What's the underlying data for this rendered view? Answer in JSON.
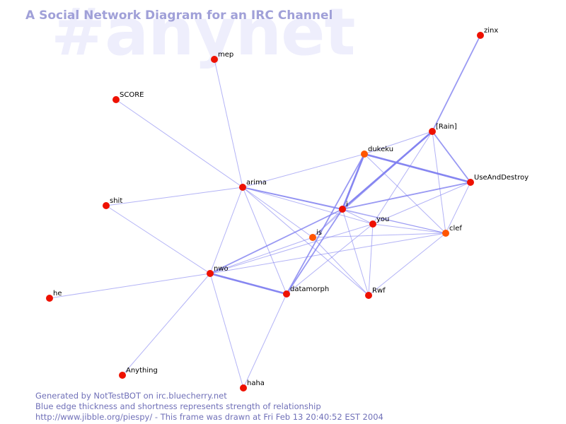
{
  "watermark": "#anynet",
  "title": "A Social Network Diagram for an IRC Channel",
  "footer": {
    "line1": "Generated by NotTestBOT on irc.bluecherry.net",
    "line2": "Blue edge thickness and shortness represents strength of relationship",
    "line3": "http://www.jibble.org/piespy/ - This frame was drawn at Fri Feb 13 20:40:52 EST 2004"
  },
  "colors": {
    "edge": "#8080f0",
    "node_red": "#ee1100",
    "node_orange": "#ff5500",
    "title": "#a0a0d8",
    "watermark": "#eeeefc",
    "footer": "#7070b8"
  },
  "nodes": [
    {
      "id": "zinx",
      "label": "zinx",
      "color": "red"
    },
    {
      "id": "mep",
      "label": "mep",
      "color": "red"
    },
    {
      "id": "SCORE",
      "label": "SCORE",
      "color": "red"
    },
    {
      "id": "[Rain]",
      "label": "[Rain]",
      "color": "red"
    },
    {
      "id": "dukeku",
      "label": "dukeku",
      "color": "orange"
    },
    {
      "id": "UseAndDestroy",
      "label": "UseAndDestroy",
      "color": "red"
    },
    {
      "id": "arima",
      "label": "arima",
      "color": "red"
    },
    {
      "id": "shit",
      "label": "shit",
      "color": "red"
    },
    {
      "id": "i",
      "label": "i",
      "color": "red"
    },
    {
      "id": "you",
      "label": "you",
      "color": "red"
    },
    {
      "id": "clef",
      "label": "clef",
      "color": "orange"
    },
    {
      "id": "is",
      "label": "is",
      "color": "orange"
    },
    {
      "id": "nwo",
      "label": "nwo",
      "color": "red"
    },
    {
      "id": "datamorph",
      "label": "datamorph",
      "color": "red"
    },
    {
      "id": "Rwf",
      "label": "Rwf",
      "color": "red"
    },
    {
      "id": "he",
      "label": "he",
      "color": "red"
    },
    {
      "id": "Anything",
      "label": "Anything",
      "color": "red"
    },
    {
      "id": "haha",
      "label": "haha",
      "color": "red"
    }
  ],
  "edges": [
    {
      "source": "zinx",
      "target": "[Rain]",
      "weight": 2
    },
    {
      "source": "mep",
      "target": "arima",
      "weight": 1
    },
    {
      "source": "SCORE",
      "target": "arima",
      "weight": 1
    },
    {
      "source": "shit",
      "target": "arima",
      "weight": 1
    },
    {
      "source": "shit",
      "target": "nwo",
      "weight": 1
    },
    {
      "source": "he",
      "target": "nwo",
      "weight": 1
    },
    {
      "source": "Anything",
      "target": "nwo",
      "weight": 1
    },
    {
      "source": "haha",
      "target": "nwo",
      "weight": 1
    },
    {
      "source": "haha",
      "target": "datamorph",
      "weight": 1
    },
    {
      "source": "arima",
      "target": "dukeku",
      "weight": 1
    },
    {
      "source": "arima",
      "target": "i",
      "weight": 2
    },
    {
      "source": "arima",
      "target": "is",
      "weight": 1
    },
    {
      "source": "arima",
      "target": "you",
      "weight": 1
    },
    {
      "source": "arima",
      "target": "clef",
      "weight": 1
    },
    {
      "source": "arima",
      "target": "nwo",
      "weight": 1
    },
    {
      "source": "arima",
      "target": "datamorph",
      "weight": 1
    },
    {
      "source": "arima",
      "target": "Rwf",
      "weight": 1
    },
    {
      "source": "[Rain]",
      "target": "dukeku",
      "weight": 1
    },
    {
      "source": "[Rain]",
      "target": "i",
      "weight": 3
    },
    {
      "source": "[Rain]",
      "target": "UseAndDestroy",
      "weight": 2
    },
    {
      "source": "[Rain]",
      "target": "clef",
      "weight": 1
    },
    {
      "source": "[Rain]",
      "target": "you",
      "weight": 1
    },
    {
      "source": "[Rain]",
      "target": "is",
      "weight": 1
    },
    {
      "source": "dukeku",
      "target": "i",
      "weight": 3
    },
    {
      "source": "dukeku",
      "target": "UseAndDestroy",
      "weight": 3
    },
    {
      "source": "dukeku",
      "target": "datamorph",
      "weight": 2
    },
    {
      "source": "dukeku",
      "target": "clef",
      "weight": 1
    },
    {
      "source": "UseAndDestroy",
      "target": "i",
      "weight": 2
    },
    {
      "source": "UseAndDestroy",
      "target": "you",
      "weight": 1
    },
    {
      "source": "UseAndDestroy",
      "target": "clef",
      "weight": 1
    },
    {
      "source": "i",
      "target": "you",
      "weight": 1
    },
    {
      "source": "i",
      "target": "is",
      "weight": 1
    },
    {
      "source": "i",
      "target": "clef",
      "weight": 1
    },
    {
      "source": "i",
      "target": "nwo",
      "weight": 2
    },
    {
      "source": "i",
      "target": "datamorph",
      "weight": 2
    },
    {
      "source": "i",
      "target": "Rwf",
      "weight": 1
    },
    {
      "source": "you",
      "target": "clef",
      "weight": 1
    },
    {
      "source": "you",
      "target": "Rwf",
      "weight": 1
    },
    {
      "source": "you",
      "target": "nwo",
      "weight": 1
    },
    {
      "source": "you",
      "target": "datamorph",
      "weight": 1
    },
    {
      "source": "is",
      "target": "clef",
      "weight": 1
    },
    {
      "source": "is",
      "target": "nwo",
      "weight": 1
    },
    {
      "source": "is",
      "target": "Rwf",
      "weight": 1
    },
    {
      "source": "clef",
      "target": "nwo",
      "weight": 1
    },
    {
      "source": "clef",
      "target": "Rwf",
      "weight": 1
    },
    {
      "source": "nwo",
      "target": "datamorph",
      "weight": 3
    }
  ]
}
